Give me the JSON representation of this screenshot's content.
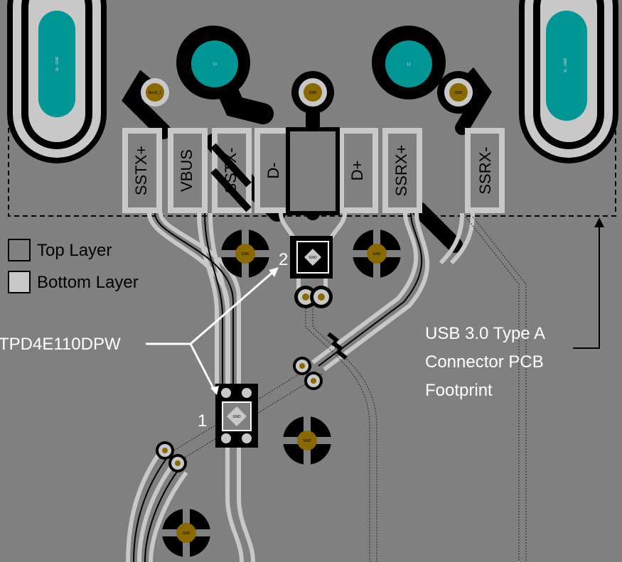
{
  "pins": [
    {
      "label": "SSTX+"
    },
    {
      "label": "VBUS"
    },
    {
      "label": "SSTX-"
    },
    {
      "label": "D-"
    },
    {
      "label": "D+"
    },
    {
      "label": "SSRX+"
    },
    {
      "label": "SSRX-"
    }
  ],
  "legend": [
    {
      "label": "Top Layer"
    },
    {
      "label": "Bottom Layer"
    }
  ],
  "annotations": {
    "part_name": "TPD4E110DPW",
    "footprint_line1": "USB 3.0 Type A",
    "footprint_line2": "Connector PCB",
    "footprint_line3": "Footprint",
    "marker1": "1",
    "marker2": "2"
  },
  "pad_labels": {
    "shield_left": "10 : GND",
    "shield_right": "11 : GND",
    "hole_left": "13",
    "hole_right": "12",
    "net_j1": "NetJ1_1",
    "gnd": "GND"
  },
  "colors": {
    "board": "#808080",
    "copper_top": "#000000",
    "silk": "#d0d0d0",
    "via_ring": "#8a6a00",
    "plated_hole": "#008c8c"
  }
}
